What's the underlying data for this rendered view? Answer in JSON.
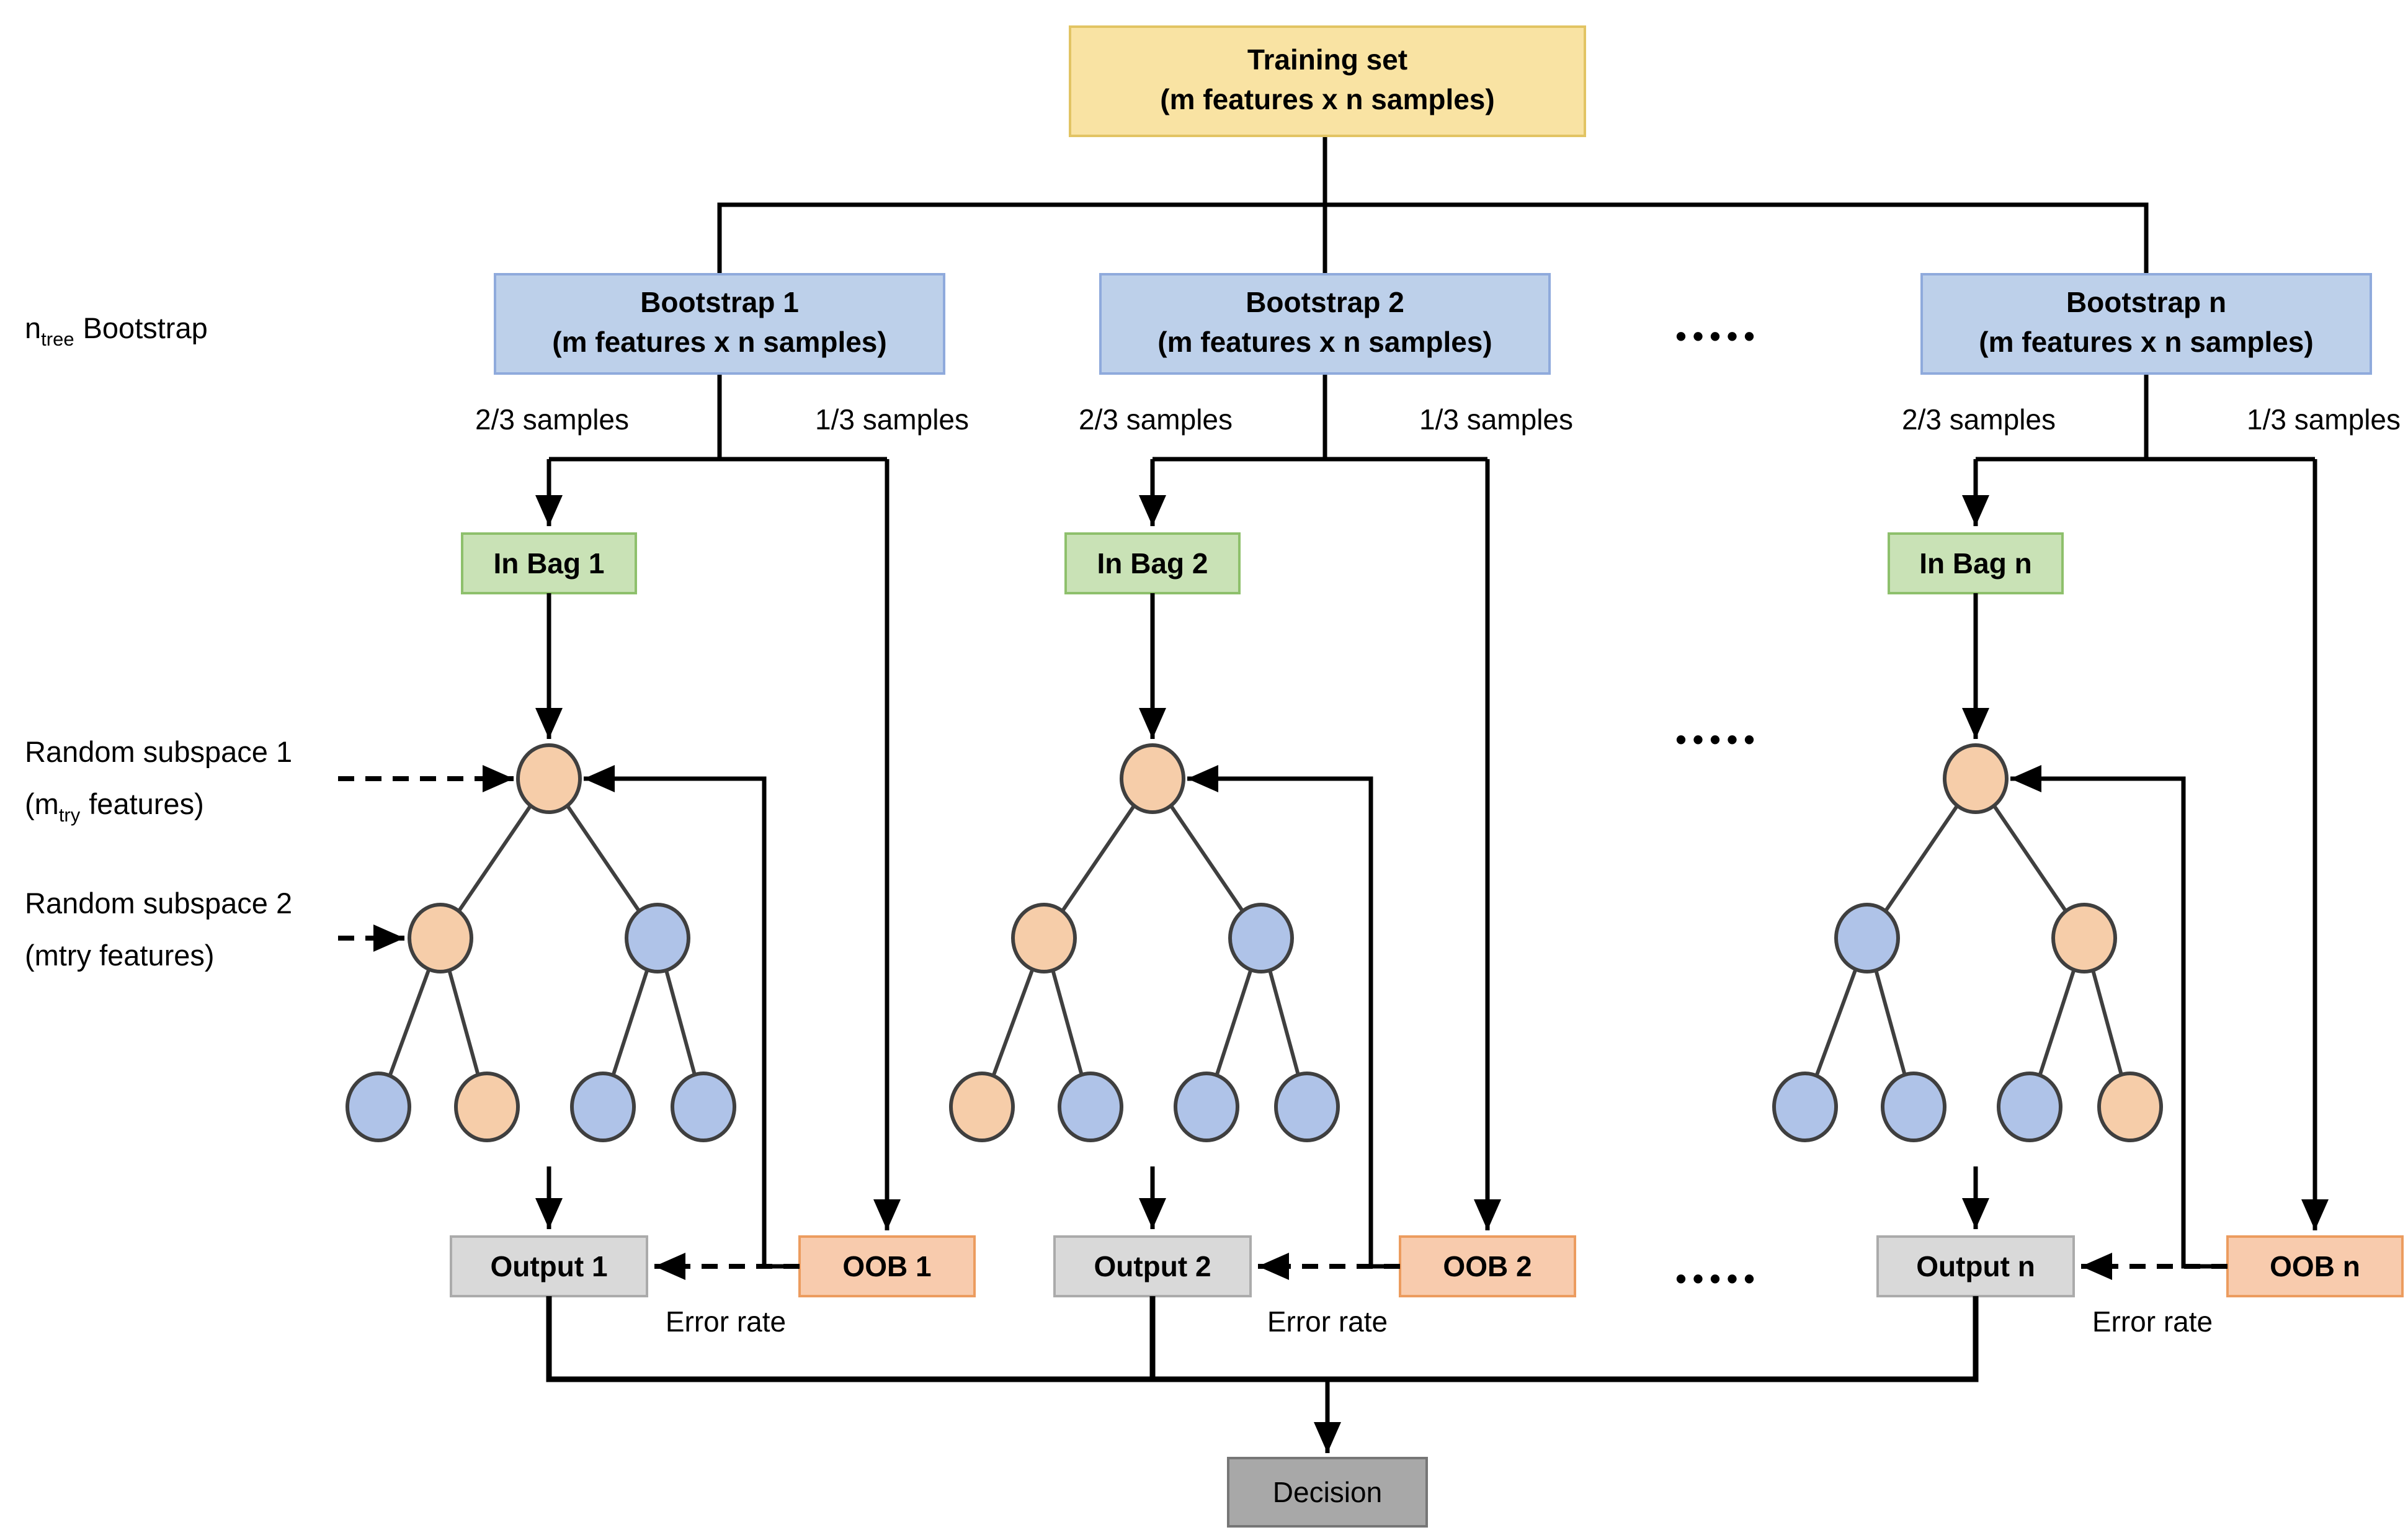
{
  "palette": {
    "training_fill": "#f9e3a3",
    "training_stroke": "#e2c463",
    "bootstrap_fill": "#bdd0ea",
    "bootstrap_stroke": "#8faadc",
    "inbag_fill": "#c9e2b6",
    "inbag_stroke": "#8ec06c",
    "output_fill": "#d9d9d9",
    "output_stroke": "#ababab",
    "oob_fill": "#f8cbad",
    "oob_stroke": "#ec9c5f",
    "decision_fill": "#a8a8a8",
    "decision_stroke": "#767676",
    "node_orange": "#f6cda9",
    "node_blue": "#afc3e8",
    "node_stroke": "#3f3f3f",
    "line_color": "#000000"
  },
  "training_box": {
    "line1": "Training set",
    "line2": "(m features x n samples)"
  },
  "side_labels": {
    "ntree_base": "n",
    "ntree_sub": "tree",
    "ntree_rest": "Bootstrap",
    "rs1_line1": "Random subspace 1",
    "rs1_l2_pre": "(m",
    "rs1_l2_sub": "try",
    "rs1_l2_post": "features)",
    "rs2_line1": "Random subspace 2",
    "rs2_line2": "(mtry features)"
  },
  "ellipsis": "•••••",
  "decision_label": "Decision",
  "columns": [
    {
      "bootstrap_line1": "Bootstrap 1",
      "bootstrap_line2": "(m features x n samples)",
      "left_branch_label": "2/3 samples",
      "right_branch_label": "1/3 samples",
      "in_bag_label": "In Bag 1",
      "output_label": "Output 1",
      "oob_label": "OOB 1",
      "error_rate_label": "Error rate",
      "tree": {
        "root_fill": "#f6cda9",
        "level2_fills": [
          "#f6cda9",
          "#afc3e8"
        ],
        "leaf_fills": [
          "#afc3e8",
          "#f6cda9",
          "#afc3e8",
          "#afc3e8"
        ]
      }
    },
    {
      "bootstrap_line1": "Bootstrap 2",
      "bootstrap_line2": "(m features x n samples)",
      "left_branch_label": "2/3 samples",
      "right_branch_label": "1/3 samples",
      "in_bag_label": "In Bag 2",
      "output_label": "Output 2",
      "oob_label": "OOB 2",
      "error_rate_label": "Error rate",
      "tree": {
        "root_fill": "#f6cda9",
        "level2_fills": [
          "#f6cda9",
          "#afc3e8"
        ],
        "leaf_fills": [
          "#f6cda9",
          "#afc3e8",
          "#afc3e8",
          "#afc3e8"
        ]
      }
    },
    {
      "bootstrap_line1": "Bootstrap n",
      "bootstrap_line2": "(m features x n samples)",
      "left_branch_label": "2/3 samples",
      "right_branch_label": "1/3 samples",
      "in_bag_label": "In Bag n",
      "output_label": "Output n",
      "oob_label": "OOB n",
      "error_rate_label": "Error rate",
      "tree": {
        "root_fill": "#f6cda9",
        "level2_fills": [
          "#afc3e8",
          "#f6cda9"
        ],
        "leaf_fills": [
          "#afc3e8",
          "#afc3e8",
          "#afc3e8",
          "#f6cda9"
        ]
      }
    }
  ]
}
